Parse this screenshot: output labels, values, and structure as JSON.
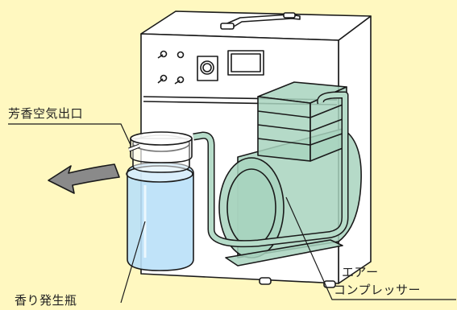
{
  "labels": {
    "aroma_outlet": "芳香空気出口",
    "air_compressor_line1": "エアー",
    "air_compressor_line2": "コンプレッサー",
    "aroma_bottle": "香り発生瓶"
  },
  "colors": {
    "background": "#FFF8C0",
    "cabinet": "#FFFFFF",
    "compressor": "#A8D4BE",
    "bottle": "#B9E0F8",
    "arrow": "#8A8A8A",
    "outline": "#1A1A1A"
  },
  "icons": [
    "airflow-arrow-icon",
    "knob-icon",
    "toggle-switch-icon"
  ]
}
